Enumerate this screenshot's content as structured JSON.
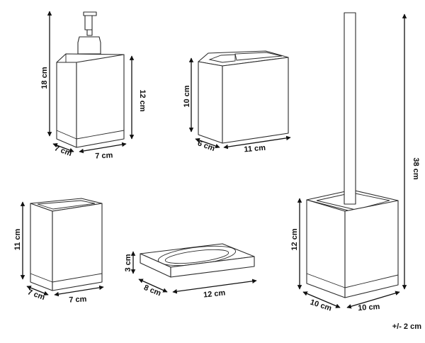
{
  "items": {
    "soap_dispenser": {
      "height_total": "18 cm",
      "height_body": "12 cm",
      "depth": "7 cm",
      "width": "7 cm"
    },
    "toothbrush_holder": {
      "height": "10 cm",
      "depth": "6 cm",
      "width": "11 cm"
    },
    "toilet_brush": {
      "height_total": "38 cm",
      "height_holder": "12 cm",
      "depth": "10 cm",
      "width": "10 cm"
    },
    "tumbler": {
      "height": "11 cm",
      "depth": "7 cm",
      "width": "7 cm"
    },
    "soap_dish": {
      "height": "3 cm",
      "depth": "8 cm",
      "width": "12 cm"
    }
  },
  "tolerance": "+/- 2 cm"
}
